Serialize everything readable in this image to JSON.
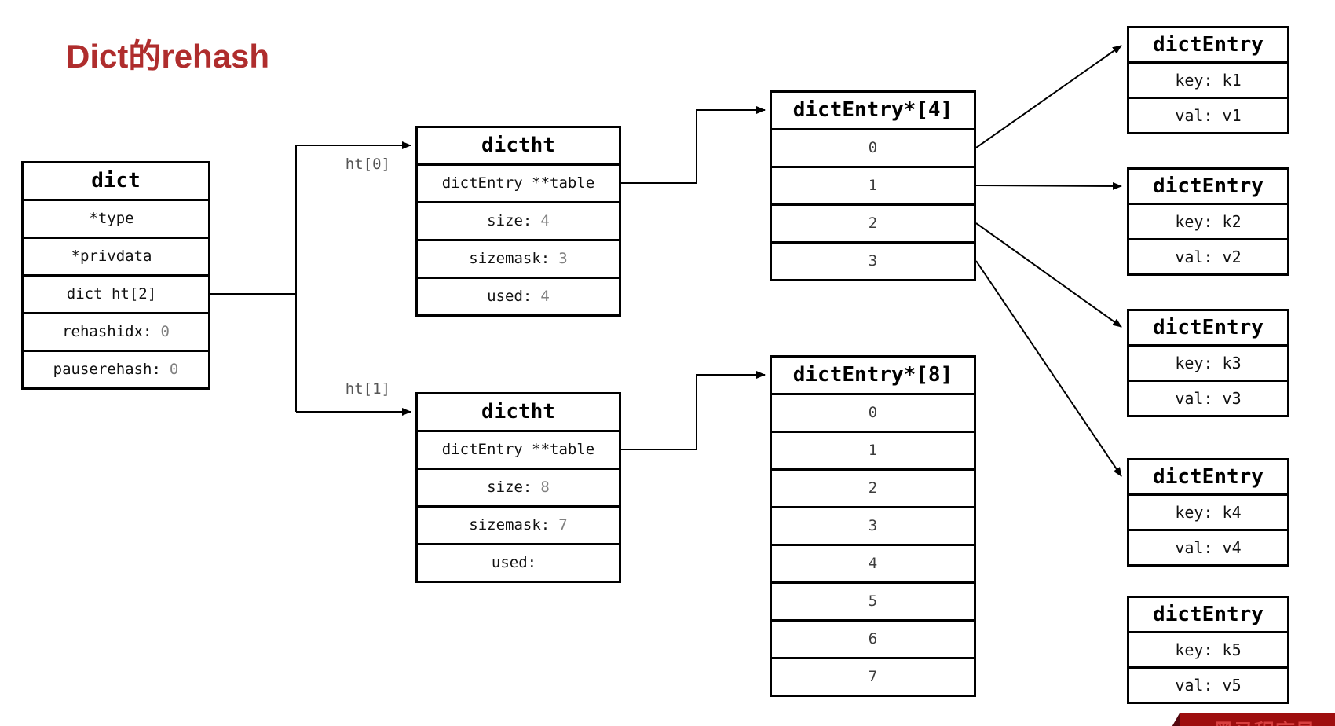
{
  "title": "Dict的rehash",
  "labels": {
    "ht0": "ht[0]",
    "ht1": "ht[1]"
  },
  "dict_box": {
    "header": "dict",
    "rows": [
      {
        "label": "*type",
        "value": ""
      },
      {
        "label": "*privdata",
        "value": ""
      },
      {
        "label": "dict ht[2]",
        "value": ""
      },
      {
        "label": "rehashidx:",
        "value": "0"
      },
      {
        "label": "pauserehash:",
        "value": "0"
      }
    ]
  },
  "dictht_boxes": [
    {
      "header": "dictht",
      "table_field": "dictEntry **table",
      "rows": [
        {
          "label": "size:",
          "value": "4"
        },
        {
          "label": "sizemask:",
          "value": "3"
        },
        {
          "label": "used:",
          "value": "4"
        }
      ]
    },
    {
      "header": "dictht",
      "table_field": "dictEntry **table",
      "rows": [
        {
          "label": "size:",
          "value": "8"
        },
        {
          "label": "sizemask:",
          "value": "7"
        },
        {
          "label": "used:",
          "value": ""
        }
      ]
    }
  ],
  "arrays": [
    {
      "header": "dictEntry*[4]",
      "slots": [
        "0",
        "1",
        "2",
        "3"
      ]
    },
    {
      "header": "dictEntry*[8]",
      "slots": [
        "0",
        "1",
        "2",
        "3",
        "4",
        "5",
        "6",
        "7"
      ]
    }
  ],
  "entries": [
    {
      "header": "dictEntry",
      "key": "key: k1",
      "val": "val: v1"
    },
    {
      "header": "dictEntry",
      "key": "key: k2",
      "val": "val: v2"
    },
    {
      "header": "dictEntry",
      "key": "key: k3",
      "val": "val: v3"
    },
    {
      "header": "dictEntry",
      "key": "key: k4",
      "val": "val: v4"
    },
    {
      "header": "dictEntry",
      "key": "key: k5",
      "val": "val: v5"
    }
  ],
  "banner": {
    "text": "黑马程序员"
  },
  "colors": {
    "title": "#AF2D2D",
    "value_gray": "#808080",
    "slot_gray": "#3D3D3D",
    "banner_body": "#9E0E0E",
    "banner_fold": "#55080F",
    "banner_text": "#D94040"
  }
}
